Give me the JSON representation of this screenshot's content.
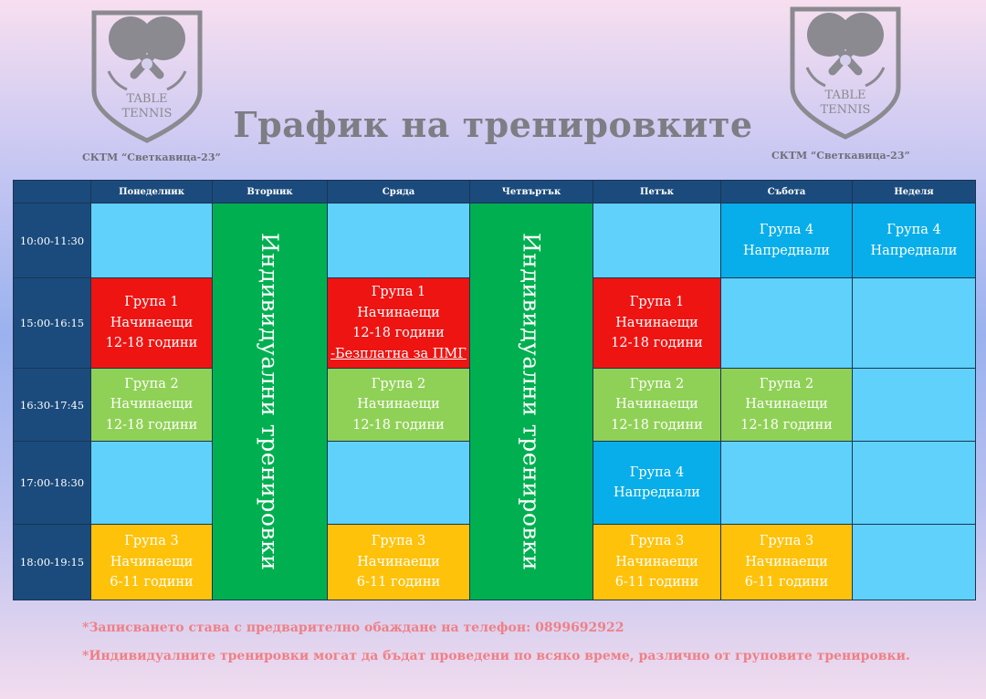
{
  "header": {
    "title": "График на  тренировките",
    "club_left": "СКТМ “Светкавица-23”",
    "club_right": "СКТМ “Светкавица-23”",
    "logo_text_line1": "TABLE",
    "logo_text_line2": "TENNIS"
  },
  "days": [
    "Понеделник",
    "Вторник",
    "Сряда",
    "Четвъртък",
    "Петък",
    "Събота",
    "Неделя"
  ],
  "times": [
    "10:00-11:30",
    "15:00-16:15",
    "16:30-17:45",
    "17:00-18:30",
    "18:00-19:15"
  ],
  "individual_label": "Индивидуални тренировки",
  "cells": {
    "r1": {
      "sat": [
        "Група 4",
        "Напреднали"
      ],
      "sun": [
        "Група 4",
        "Напреднали"
      ]
    },
    "r2": {
      "mon": [
        "Група 1",
        "Начинаещи",
        "12-18 години"
      ],
      "wed": [
        "Група 1",
        "Начинаещи",
        "12-18 години"
      ],
      "wed_note": "-Безплатна за ПМГ",
      "fri": [
        "Група 1",
        "Начинаещи",
        "12-18 години"
      ]
    },
    "r3": {
      "mon": [
        "Група 2",
        "Начинаещи",
        "12-18 години"
      ],
      "wed": [
        "Група 2",
        "Начинаещи",
        "12-18 години"
      ],
      "fri": [
        "Група 2",
        "Начинаещи",
        "12-18 години"
      ],
      "sat": [
        "Група 2",
        "Начинаещи",
        "12-18 години"
      ]
    },
    "r4": {
      "fri": [
        "Група 4",
        "Напреднали"
      ]
    },
    "r5": {
      "mon": [
        "Група 3",
        "Начинаещи",
        "6-11 години"
      ],
      "wed": [
        "Група 3",
        "Начинаещи",
        "6-11 години"
      ],
      "fri": [
        "Група 3",
        "Начинаещи",
        "6-11 години"
      ],
      "sat": [
        "Група 3",
        "Начинаещи",
        "6-11 години"
      ]
    }
  },
  "notes": [
    "*Записването става с предварително обаждане на телефон: 0899692922",
    "*Индивидуалните тренировки могат да бъдат проведени по всяко време, различно от груповите тренировки."
  ],
  "colors": {
    "header_navy": "#1b4b7c",
    "empty_cell": "#5fd1fb",
    "advanced": "#08aee9",
    "group1_red": "#ee1412",
    "group2_green": "#8fd156",
    "group3_yellow": "#fec20b",
    "individual_green": "#00b050",
    "notes_pink": "#ef8086"
  },
  "icons": [
    "table-tennis-logo-icon"
  ]
}
